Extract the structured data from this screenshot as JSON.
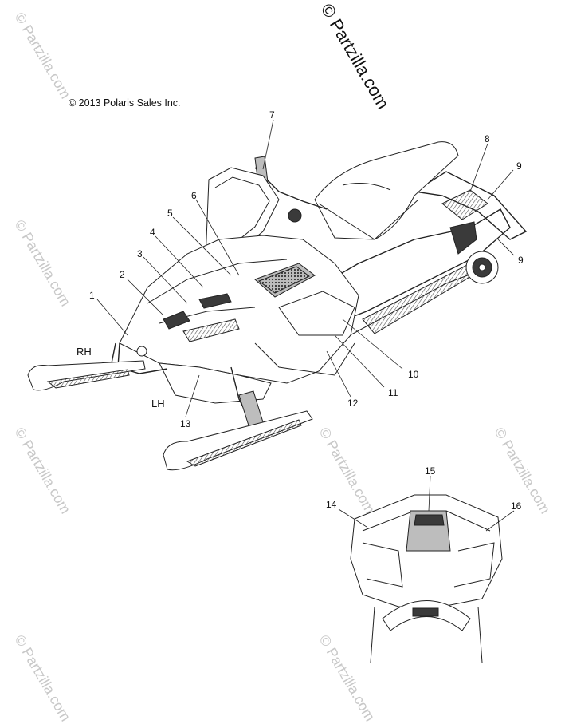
{
  "watermark": {
    "main_text": "© Partzilla.com",
    "repeat_text": "© Partzilla.com"
  },
  "copyright": "© 2013 Polaris Sales Inc.",
  "side_labels": {
    "rh": "RH",
    "lh": "LH"
  },
  "callouts": {
    "c1": "1",
    "c2": "2",
    "c3": "3",
    "c4": "4",
    "c5": "5",
    "c6": "6",
    "c7": "7",
    "c8": "8",
    "c9a": "9",
    "c9b": "9",
    "c10": "10",
    "c11": "11",
    "c12": "12",
    "c13": "13",
    "c14": "14",
    "c15": "15",
    "c16": "16"
  },
  "colors": {
    "line": "#222222",
    "watermark": "#c8c8c8",
    "background": "#ffffff"
  }
}
